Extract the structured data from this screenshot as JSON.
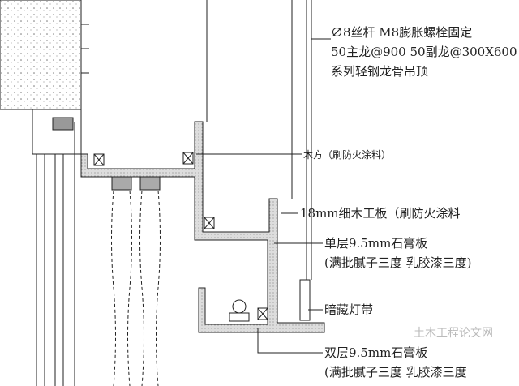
{
  "labels": {
    "hanger_line1": "∅8丝杆 M8膨胀螺栓固定",
    "hanger_line2": "50主龙@900   50副龙@300X600",
    "hanger_line3": "系列轻钢龙骨吊顶",
    "wood_batten": "木方（刷防火涂料）",
    "plywood": "18mm细木工板（刷防火涂料",
    "single_gypsum_line1": "单层9.5mm石膏板",
    "single_gypsum_line2": "(满批腻子三度 乳胶漆三度)",
    "light_strip": "暗藏灯带",
    "double_gypsum_line1": "双层9.5mm石膏板",
    "double_gypsum_line2": "(满批腻子三度 乳胶漆三度"
  },
  "watermark": "土木工程论文网",
  "colors": {
    "line": "#222222",
    "fill": "#e6e6e6"
  }
}
